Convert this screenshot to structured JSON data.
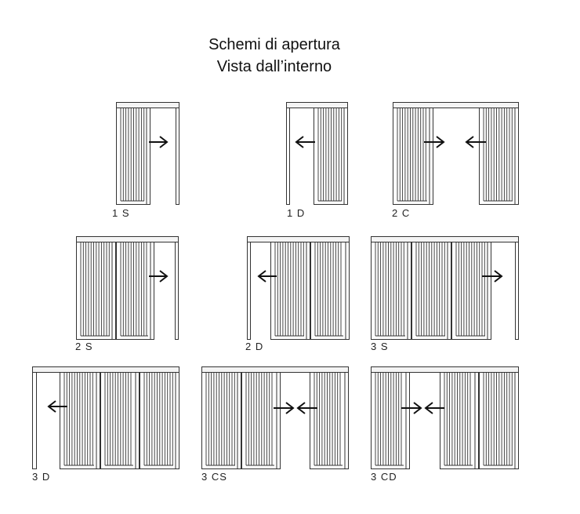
{
  "title": {
    "line1": "Schemi di apertura",
    "line2": "Vista dall’interno"
  },
  "schemes": [
    {
      "label": "1 S",
      "arrows": [
        "right"
      ]
    },
    {
      "label": "1 D",
      "arrows": [
        "left"
      ]
    },
    {
      "label": "2 C",
      "arrows": [
        "right",
        "left"
      ]
    },
    {
      "label": "2 S",
      "arrows": [
        "right"
      ]
    },
    {
      "label": "2 D",
      "arrows": [
        "left"
      ]
    },
    {
      "label": "3 S",
      "arrows": [
        "right"
      ]
    },
    {
      "label": "3 D",
      "arrows": [
        "left"
      ]
    },
    {
      "label": "3 CS",
      "arrows": [
        "right",
        "left"
      ]
    },
    {
      "label": "3 CD",
      "arrows": [
        "right",
        "left"
      ]
    }
  ],
  "colors": {
    "line": "#333333",
    "rail": "#f4f4f4"
  }
}
